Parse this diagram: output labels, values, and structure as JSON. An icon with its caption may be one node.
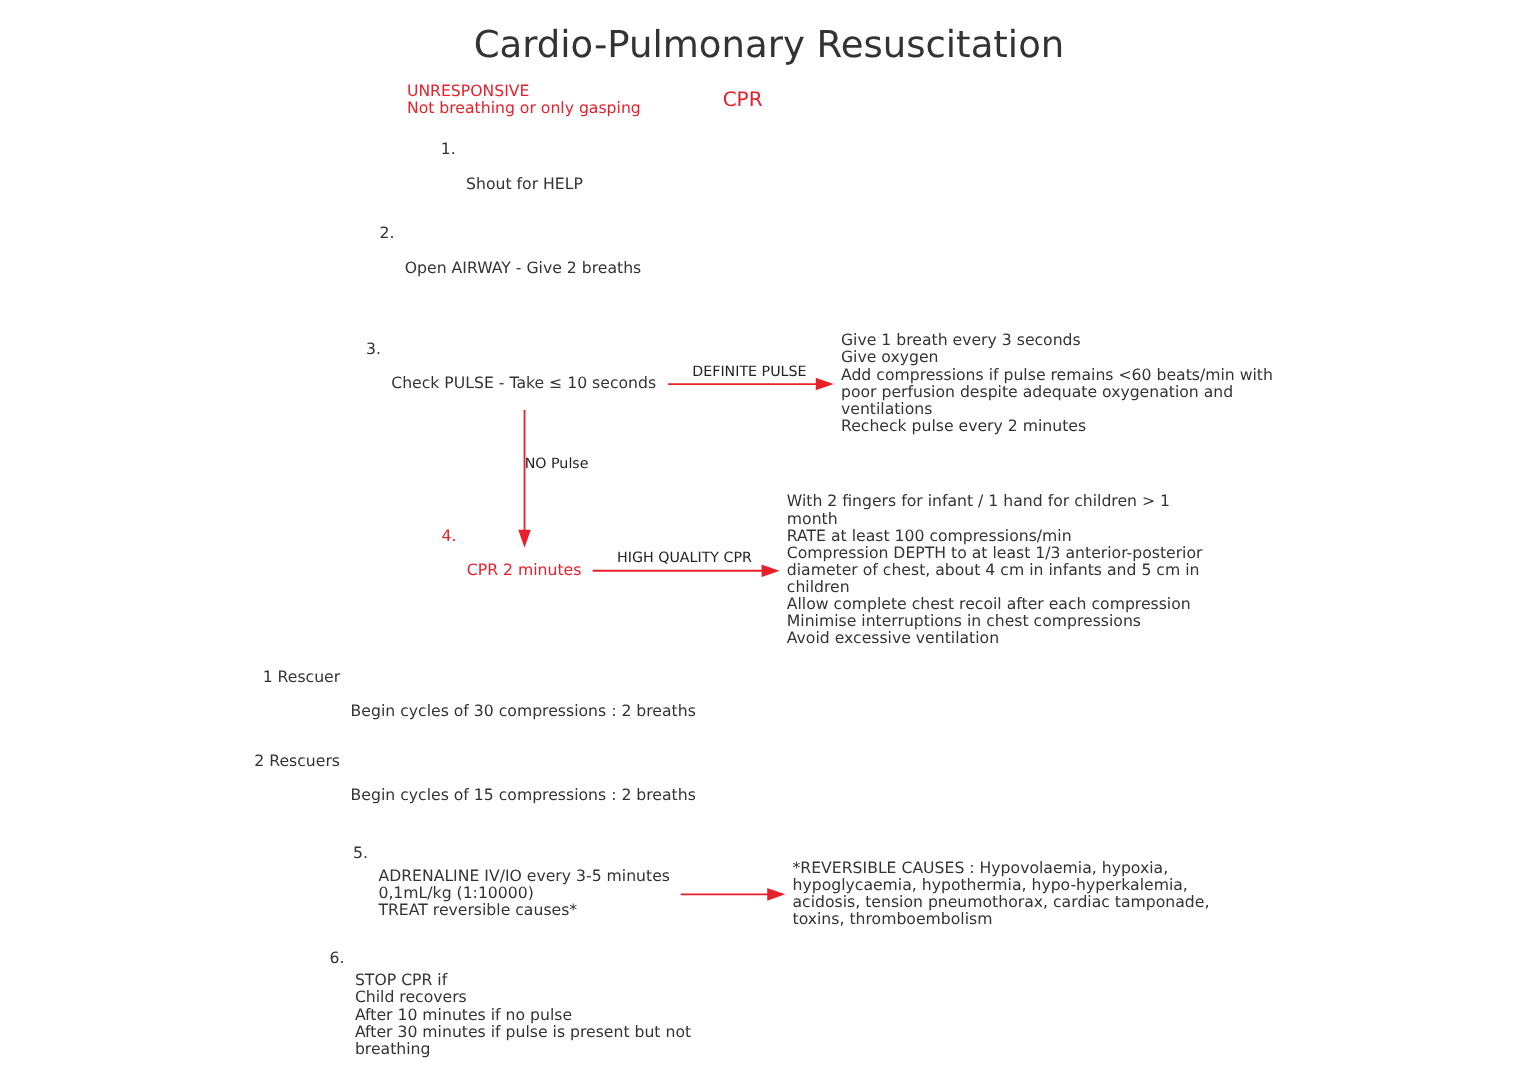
{
  "diagram": {
    "title": "Cardio-Pulmonary Resuscitation",
    "nodes": [
      {
        "text": [
          "UNRESPONSIVE",
          "Not breathing or only gasping"
        ]
      },
      {
        "text": [
          "Shout for HELP"
        ],
        "beside": [
          "1."
        ]
      },
      {
        "text": [
          "Open AIRWAY - Give 2 breaths"
        ],
        "beside": [
          "2."
        ]
      },
      {
        "text": [
          "Check PULSE - Take ≤ 10 seconds"
        ],
        "beside": [
          "3."
        ]
      },
      {
        "text": [
          "Give 1 breath every 3 seconds",
          "Give oxygen",
          "Add compressions if pulse remains <60 beats/min with poor perfusion despite adequate oxygenation and ventilations",
          "Recheck pulse every 2 minutes"
        ]
      },
      {
        "text": [
          "CPR 2 minutes"
        ],
        "beside": [
          "4."
        ]
      },
      {
        "text": [
          "Begin cycles of 30 compressions : 2 breaths"
        ],
        "beside": [
          "1 Rescuer"
        ]
      },
      {
        "text": [
          "Begin cycles of 15 compressions : 2 breaths"
        ],
        "beside": [
          "2 Rescuers"
        ]
      },
      {
        "text": [
          "With 2 fingers for infant / 1 hand for children > 1 month",
          "RATE at least 100 compressions/min",
          "Compression DEPTH to at least 1/3 anterior-posterior diameter of chest, about 4 cm in infants and 5 cm in children",
          "Allow complete chest recoil after each compression",
          "Minimise interruptions in chest compressions",
          "Avoid excessive ventilation"
        ]
      },
      {
        "text": [
          "ADRENALINE IV/IO every 3-5 minutes",
          "0,1mL/kg (1:10000)",
          "TREAT reversible causes*"
        ],
        "beside": [
          "5."
        ]
      },
      {
        "text": [
          "*REVERSIBLE CAUSES : Hypovolaemia, hypoxia, hypoglycaemia, hypothermia, hypo-hyperkalemia, acidosis, tension pneumothorax, cardiac tamponade, toxins, thromboembolism"
        ]
      },
      {
        "text": [
          "STOP CPR if",
          "Child recovers",
          "After 10 minutes if no pulse",
          "After 30 minutes if pulse is present but not breathing"
        ],
        "beside": [
          "6."
        ]
      }
    ],
    "edges": [
      {
        "from": 3,
        "to": 4,
        "arrow": "to",
        "label": "DEFINITE PULSE"
      },
      {
        "from": 3,
        "to": 5,
        "arrow": "to",
        "label": "NO Pulse"
      },
      {
        "from": 5,
        "to": 8,
        "arrow": "to",
        "label": "HIGH QUALITY CPR"
      },
      {
        "from": 9,
        "to": 10,
        "arrow": "to"
      }
    ],
    "labels": [
      "CPR"
    ]
  }
}
